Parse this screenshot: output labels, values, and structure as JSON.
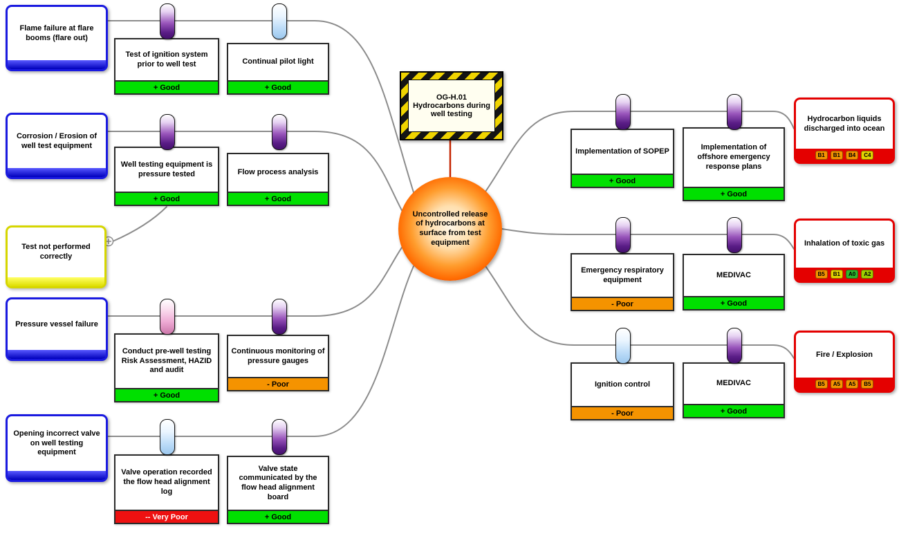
{
  "hazard": {
    "label": "OG-H.01 Hydrocarbons during well testing"
  },
  "top_event": {
    "label": "Uncontrolled release of hydrocarbons at surface from test equipment"
  },
  "threats": [
    {
      "label": "Flame failure at flare booms (flare out)"
    },
    {
      "label": "Corrosion / Erosion of well test equipment"
    },
    {
      "label": "Pressure vessel failure"
    },
    {
      "label": "Opening incorrect valve on well testing equipment"
    }
  ],
  "escalation_factor": {
    "label": "Test not performed correctly"
  },
  "left_barriers": [
    {
      "label": "Test of ignition system prior to well test",
      "status": "+ Good",
      "status_bg": "#00e000",
      "status_fg": "#000000",
      "icon": "icon-purple"
    },
    {
      "label": "Continual pilot light",
      "status": "+ Good",
      "status_bg": "#00e000",
      "status_fg": "#000000",
      "icon": "icon-blue"
    },
    {
      "label": "Well testing equipment is pressure tested",
      "status": "+ Good",
      "status_bg": "#00e000",
      "status_fg": "#000000",
      "icon": "icon-purple"
    },
    {
      "label": "Flow process analysis",
      "status": "+ Good",
      "status_bg": "#00e000",
      "status_fg": "#000000",
      "icon": "icon-purple"
    },
    {
      "label": "Conduct pre-well testing Risk Assessment, HAZID and audit",
      "status": "+ Good",
      "status_bg": "#00e000",
      "status_fg": "#000000",
      "icon": "icon-pink"
    },
    {
      "label": "Continuous monitoring of pressure gauges",
      "status": "- Poor",
      "status_bg": "#f59300",
      "status_fg": "#000000",
      "icon": "icon-purple"
    },
    {
      "label": "Valve operation recorded the flow head alignment log",
      "status": "-- Very Poor",
      "status_bg": "#ee1111",
      "status_fg": "#ffffff",
      "icon": "icon-blue"
    },
    {
      "label": "Valve state communicated by the flow head alignment board",
      "status": "+ Good",
      "status_bg": "#00e000",
      "status_fg": "#000000",
      "icon": "icon-purple"
    }
  ],
  "right_barriers": [
    {
      "label": "Implementation of SOPEP",
      "status": "+ Good",
      "status_bg": "#00e000",
      "status_fg": "#000000",
      "icon": "icon-purple"
    },
    {
      "label": "Implementation of offshore emergency response plans",
      "status": "+ Good",
      "status_bg": "#00e000",
      "status_fg": "#000000",
      "icon": "icon-purple"
    },
    {
      "label": "Emergency respiratory equipment",
      "status": "- Poor",
      "status_bg": "#f59300",
      "status_fg": "#000000",
      "icon": "icon-purple"
    },
    {
      "label": "MEDIVAC",
      "status": "+ Good",
      "status_bg": "#00e000",
      "status_fg": "#000000",
      "icon": "icon-purple"
    },
    {
      "label": "Ignition control",
      "status": "- Poor",
      "status_bg": "#f59300",
      "status_fg": "#000000",
      "icon": "icon-blue"
    },
    {
      "label": "MEDIVAC",
      "status": "+ Good",
      "status_bg": "#00e000",
      "status_fg": "#000000",
      "icon": "icon-purple"
    }
  ],
  "consequences": [
    {
      "label": "Hydrocarbon liquids discharged into ocean",
      "badges": [
        {
          "text": "B1",
          "color": "#f59300"
        },
        {
          "text": "B1",
          "color": "#f59300"
        },
        {
          "text": "B4",
          "color": "#f59300"
        },
        {
          "text": "C4",
          "color": "#e3d400"
        }
      ]
    },
    {
      "label": "Inhalation of toxic gas",
      "badges": [
        {
          "text": "B5",
          "color": "#f59300"
        },
        {
          "text": "B1",
          "color": "#e3d400"
        },
        {
          "text": "A0",
          "color": "#2db82d"
        },
        {
          "text": "A2",
          "color": "#9ccf00"
        }
      ]
    },
    {
      "label": "Fire / Explosion",
      "badges": [
        {
          "text": "B5",
          "color": "#f59300"
        },
        {
          "text": "A5",
          "color": "#f59300"
        },
        {
          "text": "A5",
          "color": "#f59300"
        },
        {
          "text": "B5",
          "color": "#f59300"
        }
      ]
    }
  ]
}
